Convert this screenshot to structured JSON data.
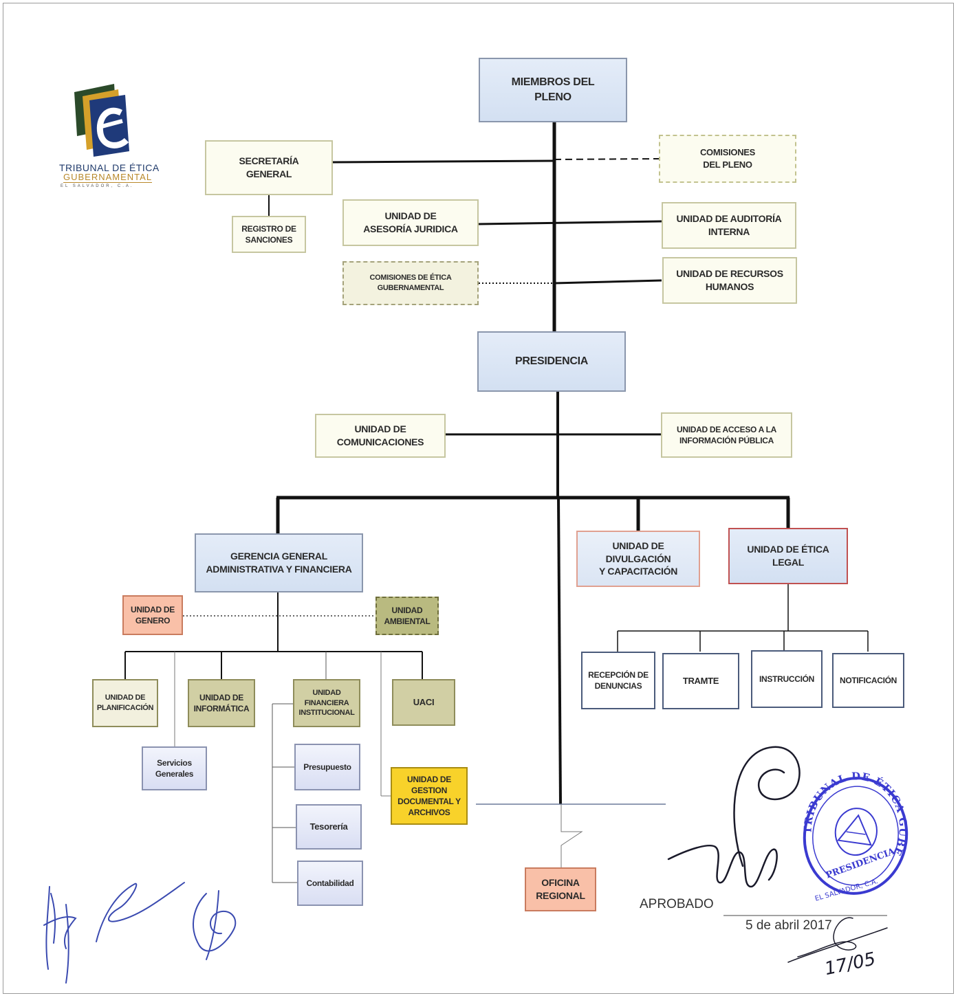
{
  "logo": {
    "line1": "TRIBUNAL DE ÉTICA",
    "line2": "GUBERNAMENTAL",
    "line3": "EL SALVADOR, C.A."
  },
  "nodes": {
    "miembros": "MIEMBROS DEL\nPLENO",
    "secretaria": "SECRETARÍA\nGENERAL",
    "comisiones_pleno": "COMISIONES\nDEL PLENO",
    "registro": "REGISTRO DE\nSANCIONES",
    "asesoria": "UNIDAD DE\nASESORÍA JURIDICA",
    "auditoria": "UNIDAD DE AUDITORÍA\nINTERNA",
    "comisiones_etica": "COMISIONES DE ÉTICA\nGUBERNAMENTAL",
    "rrhh": "UNIDAD DE RECURSOS\nHUMANOS",
    "presidencia": "PRESIDENCIA",
    "comunicaciones": "UNIDAD DE\nCOMUNICACIONES",
    "acceso": "UNIDAD DE  ACCESO A LA\nINFORMACIÓN PÚBLICA",
    "gerencia": "GERENCIA GENERAL\nADMINISTRATIVA Y FINANCIERA",
    "divulgacion": "UNIDAD DE\nDIVULGACIÓN\nY CAPACITACIÓN",
    "etica_legal": "UNIDAD DE ÉTICA\nLEGAL",
    "genero": "UNIDAD DE\nGENERO",
    "ambiental": "UNIDAD\nAMBIENTAL",
    "planificacion": "UNIDAD DE\nPLANIFICACIÓN",
    "informatica": "UNIDAD DE\nINFORMÁTICA",
    "financiera": "UNIDAD\nFINANCIERA\nINSTITUCIONAL",
    "uaci": "UACI",
    "servicios": "Servicios\nGenerales",
    "presupuesto": "Presupuesto",
    "tesoreria": "Tesorería",
    "contabilidad": "Contabilidad",
    "gestion_documental": "UNIDAD DE\nGESTION\nDOCUMENTAL Y\nARCHIVOS",
    "oficina_regional": "OFICINA\nREGIONAL",
    "recepcion": "RECEPCIÓN DE\nDENUNCIAS",
    "tramite": "TRAMTE",
    "instruccion": "INSTRUCCIÓN",
    "notificacion": "NOTIFICACIÓN"
  },
  "approval": {
    "label": "APROBADO",
    "date": "5 de abril 2017",
    "handwritten_date": "17/05",
    "seal_text": "TRIBUNAL DE ÉTICA GUBERNAMENTAL",
    "seal_inner": "PRESIDENCIA",
    "seal_bottom": "EL SALVADOR, C.A."
  },
  "colors": {
    "brand_blue": "#1f3a6b",
    "brand_gold": "#b8882a",
    "stamp_blue": "#3a3ad0"
  }
}
